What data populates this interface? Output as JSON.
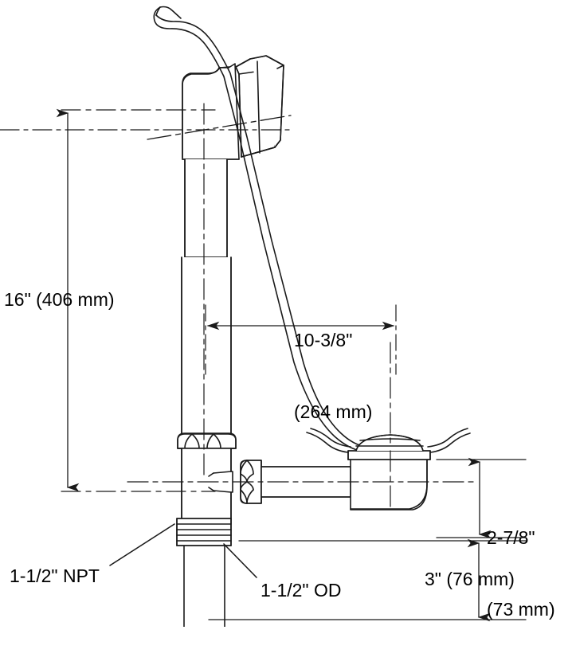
{
  "drawing": {
    "title": "Bath drain and overflow assembly dimensional drawing",
    "line_color": "#1a1a1a",
    "background_color": "#ffffff",
    "text_color": "#000000"
  },
  "dimensions": {
    "overall_height": {
      "label": "16\" (406 mm)",
      "imperial": "16\"",
      "metric": "(406 mm)",
      "orientation": "vertical",
      "measures": "overflow centerline to drain centerline"
    },
    "horizontal_run": {
      "label_line1": "10-3/8\"",
      "label_line2": "(264 mm)",
      "imperial": "10-3/8\"",
      "metric": "(264 mm)",
      "orientation": "horizontal",
      "measures": "overflow tube centerline to drain centerline"
    },
    "shoe_depth": {
      "label_line1": "2-7/8\"",
      "label_line2": "(73 mm)",
      "imperial": "2-7/8\"",
      "metric": "(73 mm)",
      "orientation": "vertical",
      "measures": "strainer flange to drain arm centerline"
    },
    "outlet_drop": {
      "label": "3\" (76 mm)",
      "imperial": "3\"",
      "metric": "(76 mm)",
      "orientation": "vertical",
      "measures": "drain arm centerline to tailpiece end"
    }
  },
  "callouts": {
    "npt": {
      "label": "1-1/2\" NPT",
      "points_to": "threaded tailpiece connection"
    },
    "od": {
      "label": "1-1/2\" OD",
      "points_to": "tailpiece outside diameter"
    }
  },
  "parts": [
    {
      "name": "overflow-head",
      "description": "overflow face plate and cover with trip lever"
    },
    {
      "name": "trip-lever-handle",
      "description": "curved toggle trip lever handle"
    },
    {
      "name": "overflow-tube",
      "description": "vertical overflow tube"
    },
    {
      "name": "slip-nut-upper",
      "description": "slip nut at tee top"
    },
    {
      "name": "tee-fitting",
      "description": "waste tee fitting"
    },
    {
      "name": "slip-nut-arm",
      "description": "slip nut on drain arm"
    },
    {
      "name": "drain-arm",
      "description": "horizontal drain arm"
    },
    {
      "name": "drain-shoe",
      "description": "drain shoe body"
    },
    {
      "name": "strainer-flange",
      "description": "strainer body and flange at tub floor"
    },
    {
      "name": "lift-linkage",
      "description": "internal lift rod and linkage to stopper"
    },
    {
      "name": "threaded-tailpiece",
      "description": "threaded NPT section on tailpiece"
    },
    {
      "name": "tailpiece",
      "description": "lower tailpiece outlet tube"
    }
  ]
}
